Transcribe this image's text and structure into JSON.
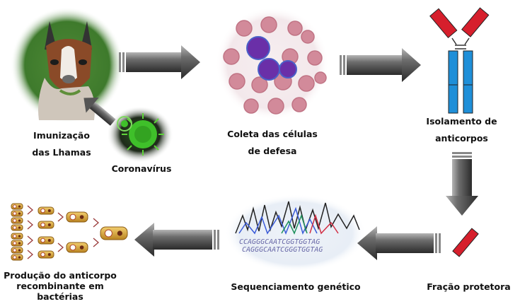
{
  "diagram": {
    "steps": [
      {
        "id": "llama",
        "label_lines": [
          "Imunização",
          "das Lhamas"
        ]
      },
      {
        "id": "virus",
        "label_lines": [
          "Coronavírus"
        ]
      },
      {
        "id": "cells",
        "label_lines": [
          "Coleta das células",
          "de defesa"
        ]
      },
      {
        "id": "antibody",
        "label_lines": [
          "Isolamento de",
          "anticorpos"
        ]
      },
      {
        "id": "fraction",
        "label_lines": [
          "Fração protetora"
        ]
      },
      {
        "id": "sequencing",
        "label_lines": [
          "Sequenciamento genético"
        ]
      },
      {
        "id": "bacteria",
        "label_lines": [
          "Produção do anticorpo",
          "recombinante em",
          "bactérias"
        ]
      }
    ],
    "sequence_text": [
      "CCAGGGCAATCGGTGGTAG",
      "CAGGGCAATCGGGTGGTAG"
    ],
    "colors": {
      "antibody_heavy": "#1f8fd8",
      "antibody_light": "#d61f2c",
      "arrow_dark": "#3a3a3a",
      "arrow_light": "#9a9a9a",
      "virus_green": "#3fc02a",
      "wbc_purple": "#5a2a9a",
      "rbc_pink": "#c9798a",
      "bacteria_gold": "#d9a23a"
    }
  }
}
